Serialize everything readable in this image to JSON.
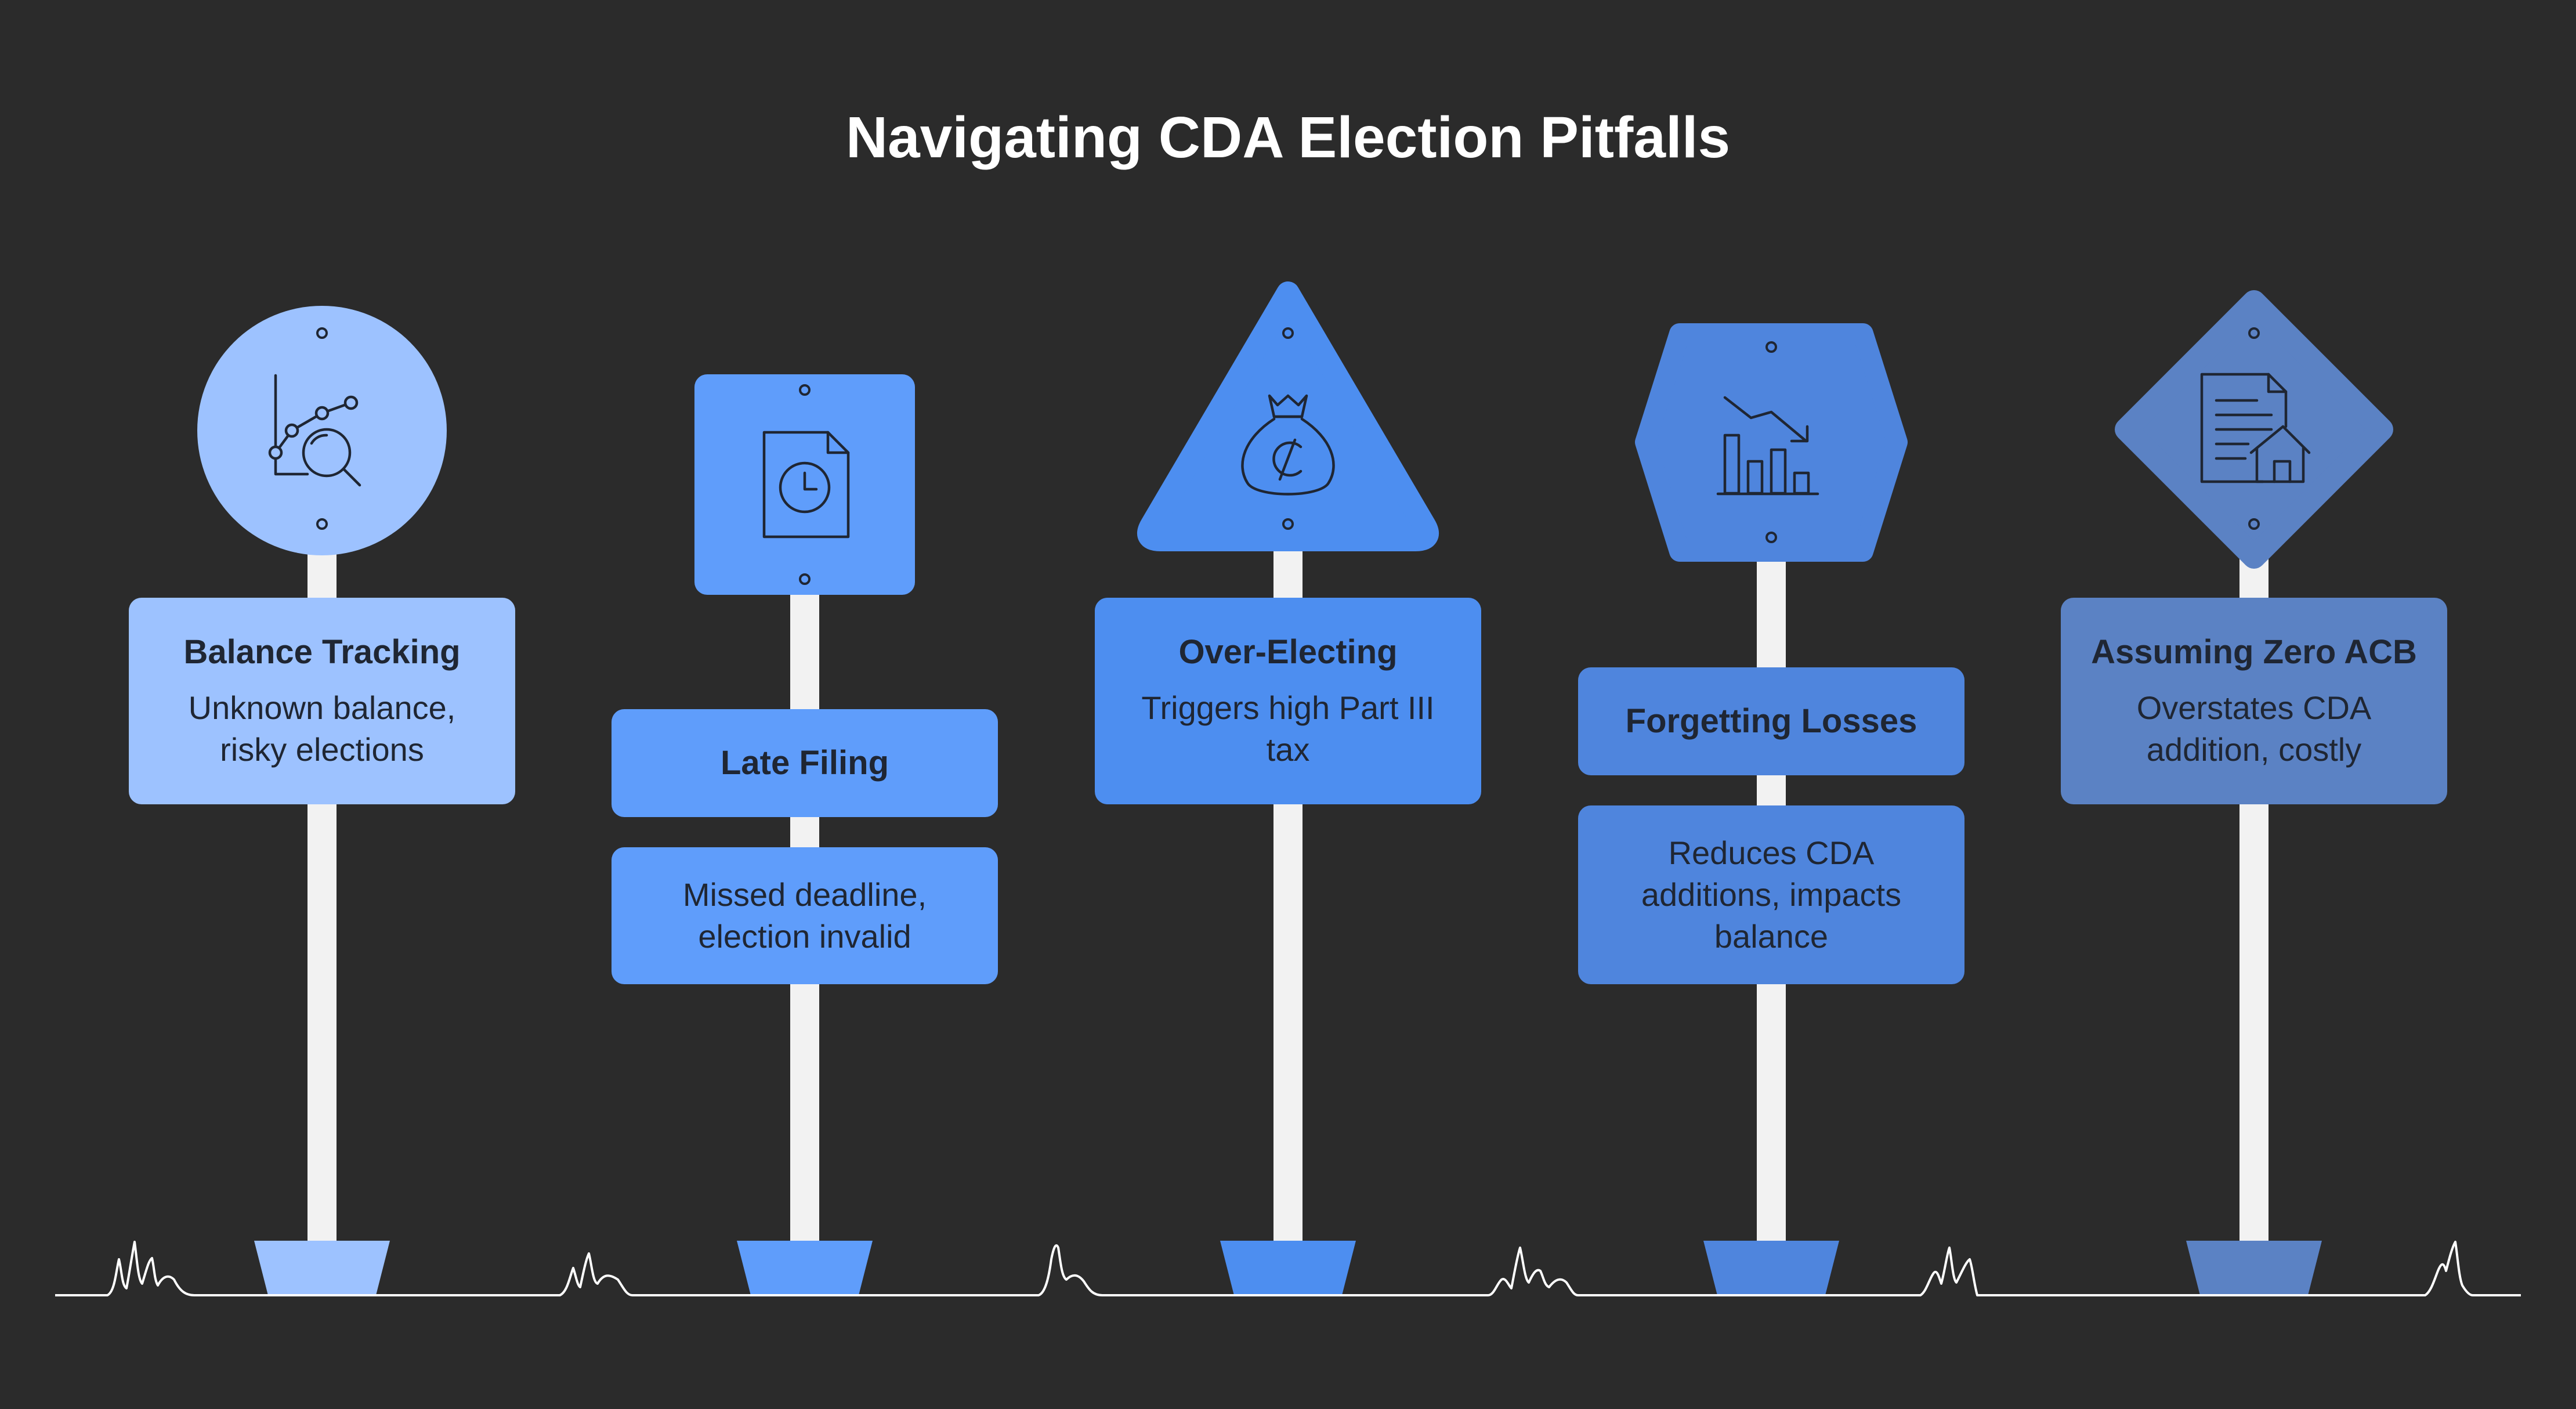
{
  "title": "Navigating CDA Election Pitfalls",
  "colors": {
    "background": "#2b2b2b",
    "post": "#f2f2f2",
    "ground": "#ffffff",
    "sign1": "#9dc2ff",
    "sign2": "#5f9dfb",
    "sign3": "#4d8ef0",
    "sign4": "#4f85dd",
    "sign5": "#5b82c4",
    "text": "#1f2633",
    "icon_stroke": "#1f2633"
  },
  "signs": [
    {
      "shape": "circle",
      "icon": "chart-search-icon",
      "title": "Balance Tracking",
      "description": "Unknown balance, risky elections"
    },
    {
      "shape": "square",
      "icon": "document-clock-icon",
      "title": "Late Filing",
      "description": "Missed deadline, election invalid"
    },
    {
      "shape": "triangle",
      "icon": "money-bag-icon",
      "title": "Over-Electing",
      "description": "Triggers high Part III tax"
    },
    {
      "shape": "hexagon",
      "icon": "declining-bar-chart-icon",
      "title": "Forgetting Losses",
      "description": "Reduces CDA additions, impacts balance"
    },
    {
      "shape": "diamond",
      "icon": "document-house-icon",
      "title": "Assuming Zero ACB",
      "description": "Overstates CDA addition, costly"
    }
  ]
}
